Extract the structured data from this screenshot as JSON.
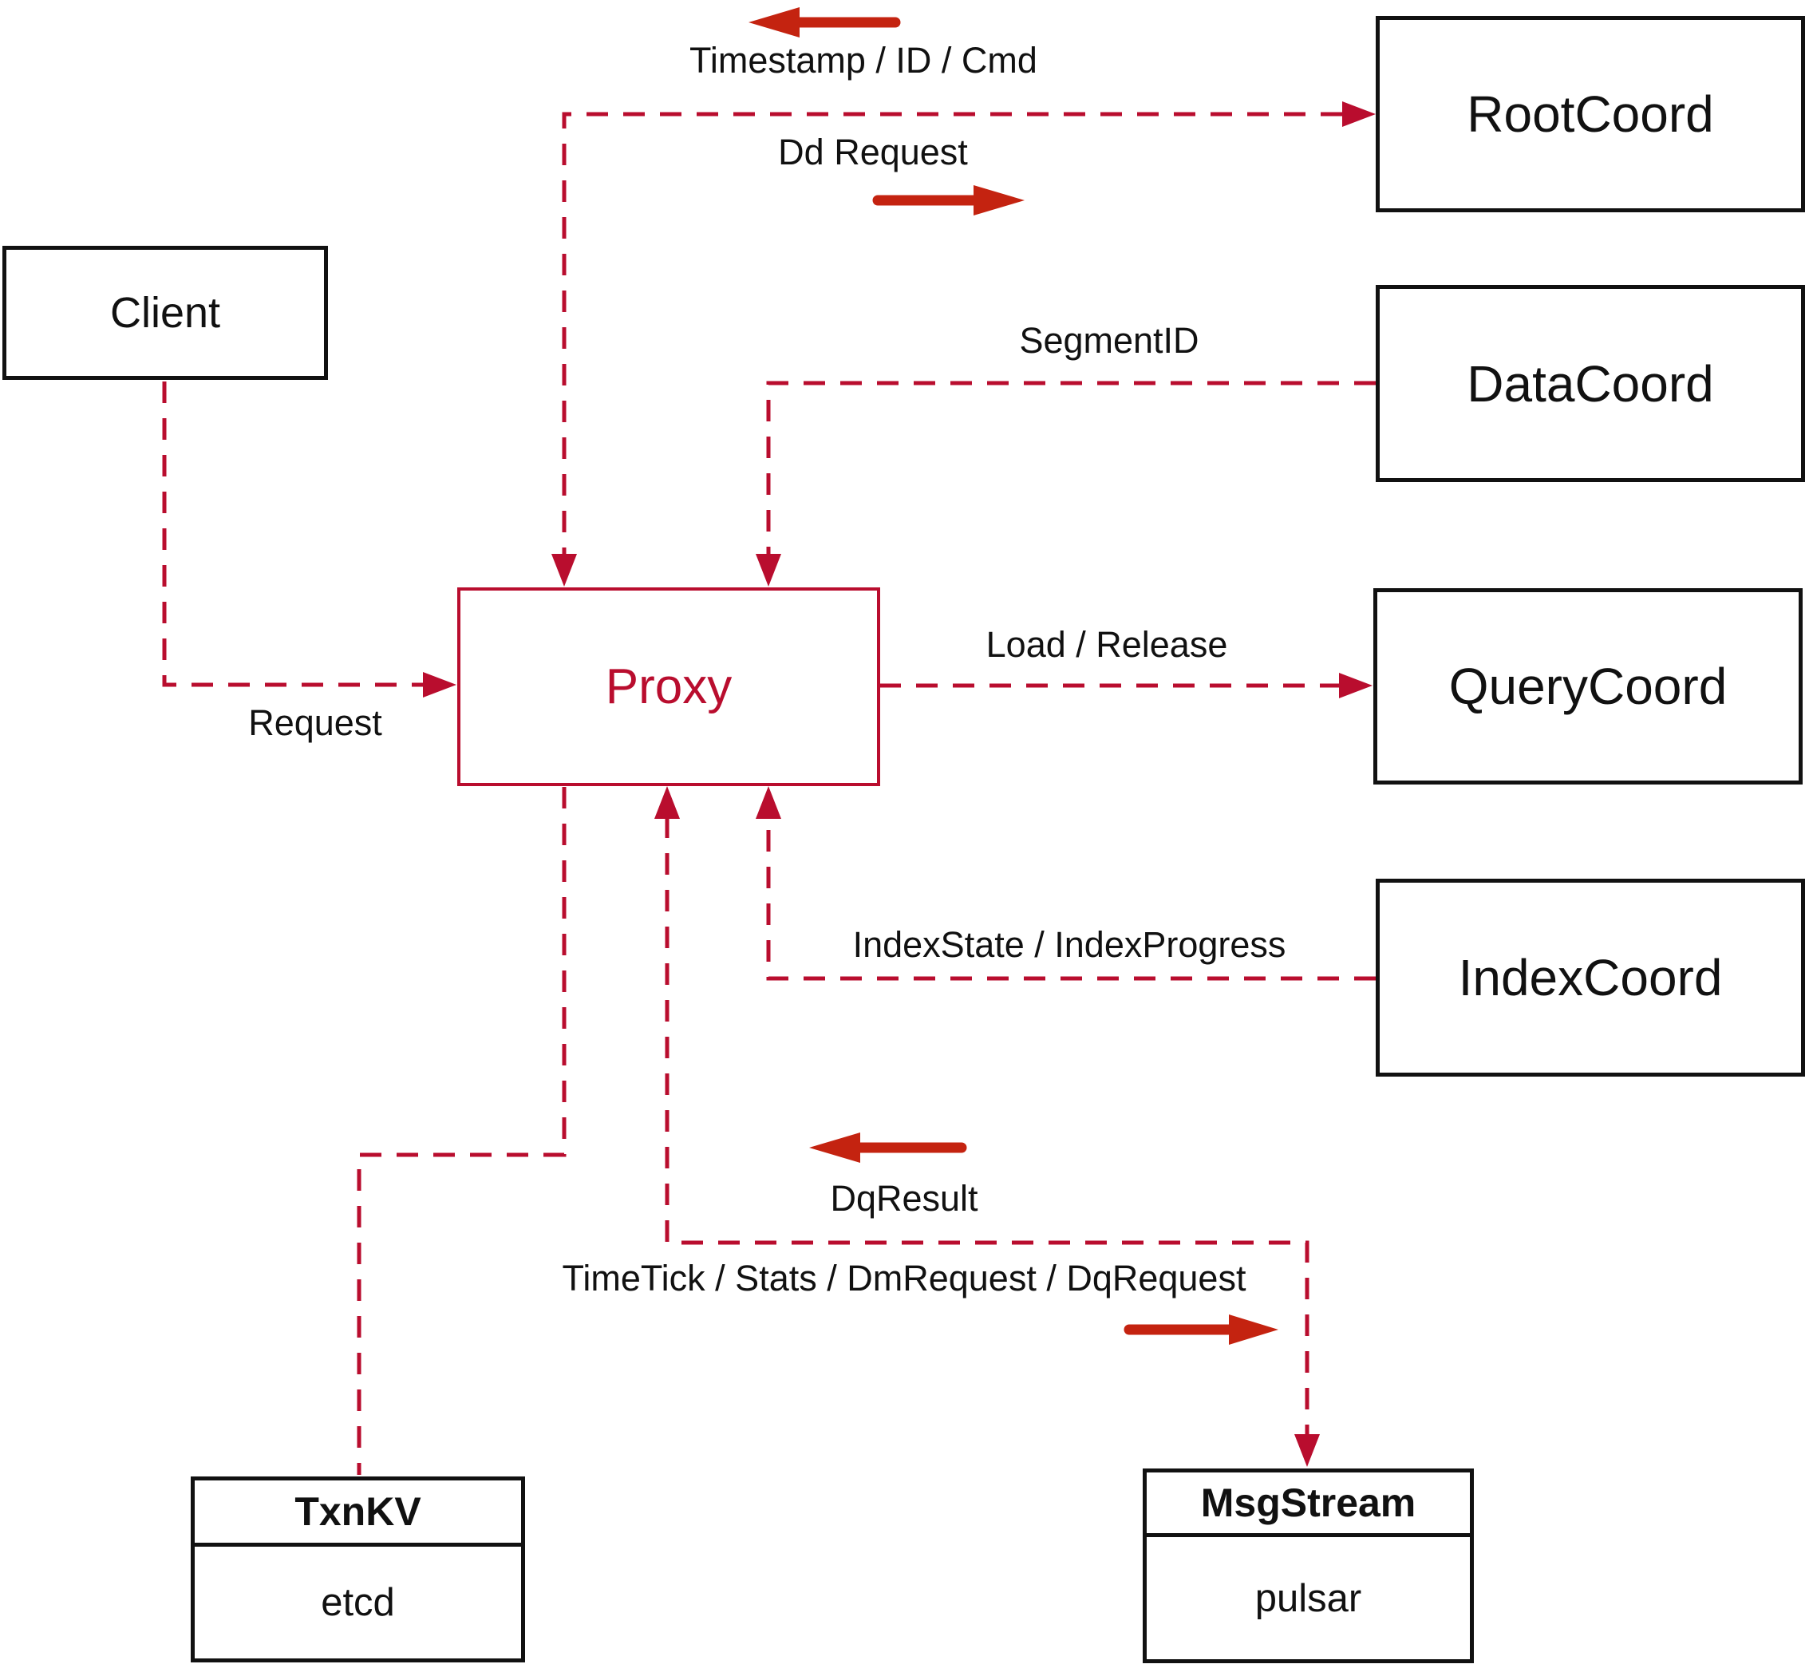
{
  "diagram": {
    "nodes": {
      "client": {
        "label": "Client"
      },
      "proxy": {
        "label": "Proxy"
      },
      "root_coord": {
        "label": "RootCoord"
      },
      "data_coord": {
        "label": "DataCoord"
      },
      "query_coord": {
        "label": "QueryCoord"
      },
      "index_coord": {
        "label": "IndexCoord"
      },
      "txn_kv": {
        "label": "TxnKV",
        "impl": "etcd"
      },
      "msg_stream": {
        "label": "MsgStream",
        "impl": "pulsar"
      }
    },
    "edge_labels": {
      "timestamp_id_cmd": "Timestamp / ID / Cmd",
      "dd_request": "Dd Request",
      "segment_id": "SegmentID",
      "request": "Request",
      "load_release": "Load / Release",
      "index_state_progress": "IndexState / IndexProgress",
      "dq_result": "DqResult",
      "time_tick_stats": "TimeTick / Stats / DmRequest / DqRequest"
    },
    "colors": {
      "connector": "#b90d2e",
      "arrow": "#c42310",
      "box_border": "#111111",
      "text": "#111111"
    }
  }
}
